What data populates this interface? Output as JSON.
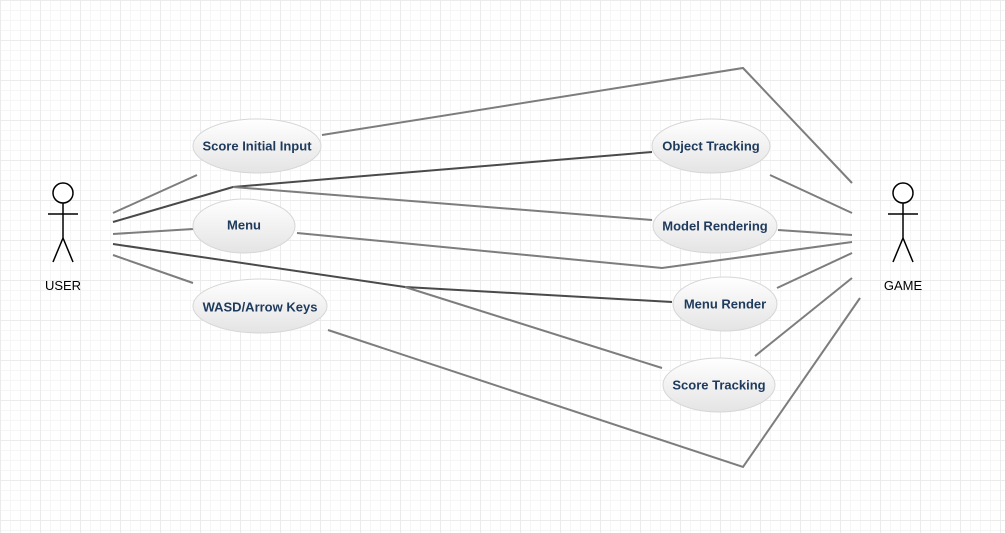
{
  "actors": {
    "user": {
      "label": "USER",
      "icon": "stick-figure-icon"
    },
    "game": {
      "label": "GAME",
      "icon": "stick-figure-icon"
    }
  },
  "use_cases": {
    "score_initial_input": "Score Initial Input",
    "menu": "Menu",
    "wasd_arrow_keys": "WASD/Arrow Keys",
    "object_tracking": "Object Tracking",
    "model_rendering": "Model Rendering",
    "menu_render": "Menu Render",
    "score_tracking": "Score Tracking"
  },
  "colors": {
    "use_case_text": "#1e3a5c",
    "association_line": "#7d7d7d",
    "grid": "#ebebeb"
  }
}
